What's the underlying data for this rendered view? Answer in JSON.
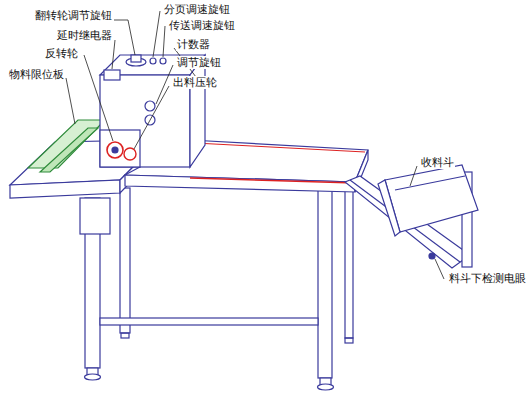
{
  "diagram": {
    "labels": [
      "翻转轮调节旋钮",
      "分页调速旋钮",
      "传送调速旋钮",
      "延时继电器",
      "计数器",
      "反转轮",
      "调节旋钮",
      "物料限位板",
      "出料压轮",
      "收料斗",
      "料斗下检测电眼"
    ]
  }
}
